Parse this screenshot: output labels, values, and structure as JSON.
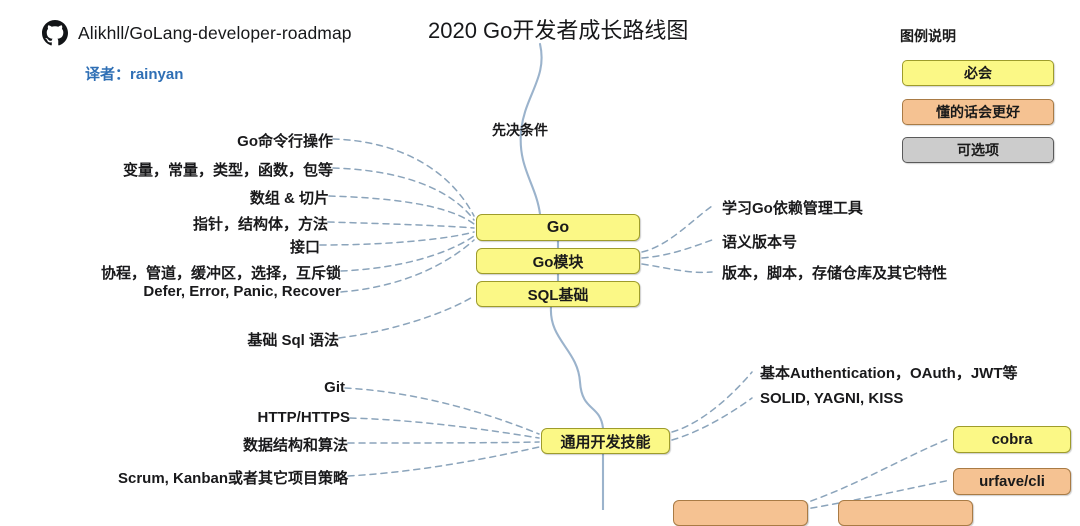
{
  "header": {
    "github_icon": "github-icon",
    "repo": "Alikhll/GoLang-developer-roadmap",
    "translator": "译者：rainyan",
    "title": "2020 Go开发者成长路线图"
  },
  "legend": {
    "title": "图例说明",
    "items": [
      {
        "label": "必会",
        "fill": "#fbf886",
        "border": "#9e9c2b"
      },
      {
        "label": "懂的话会更好",
        "fill": "#f5c292",
        "border": "#a97b45"
      },
      {
        "label": "可选项",
        "fill": "#cccccc",
        "border": "#5a5a5a"
      }
    ]
  },
  "spine": {
    "prerequisite_label": "先决条件",
    "color": "#9bb3cc"
  },
  "colors": {
    "must_fill": "#fbf886",
    "must_border": "#9e9c2b",
    "good_fill": "#f5c292",
    "good_border": "#a97b45",
    "optional_fill": "#cccccc",
    "optional_border": "#5a5a5a",
    "connector": "#7b93ab",
    "link": "#2f6fb5"
  },
  "nodes": {
    "go": "Go",
    "go_modules": "Go模块",
    "sql_basics": "SQL基础",
    "general_skills": "通用开发技能",
    "cobra": "cobra",
    "urfave_cli": "urfave/cli"
  },
  "go_topics": [
    "Go命令行操作",
    "变量，常量，类型，函数，包等",
    "数组 & 切片",
    "指针，结构体，方法",
    "接口",
    "协程，管道，缓冲区，选择，互斥锁",
    "Defer, Error, Panic, Recover"
  ],
  "sql_topics": [
    "基础 Sql 语法"
  ],
  "gomod_topics": [
    "学习Go依赖管理工具",
    "语义版本号",
    "版本，脚本，存储仓库及其它特性"
  ],
  "skills_left": [
    "Git",
    "HTTP/HTTPS",
    "数据结构和算法",
    "Scrum, Kanban或者其它项目策略"
  ],
  "skills_right": [
    "基本Authentication，OAuth，JWT等",
    "SOLID, YAGNI, KISS"
  ]
}
